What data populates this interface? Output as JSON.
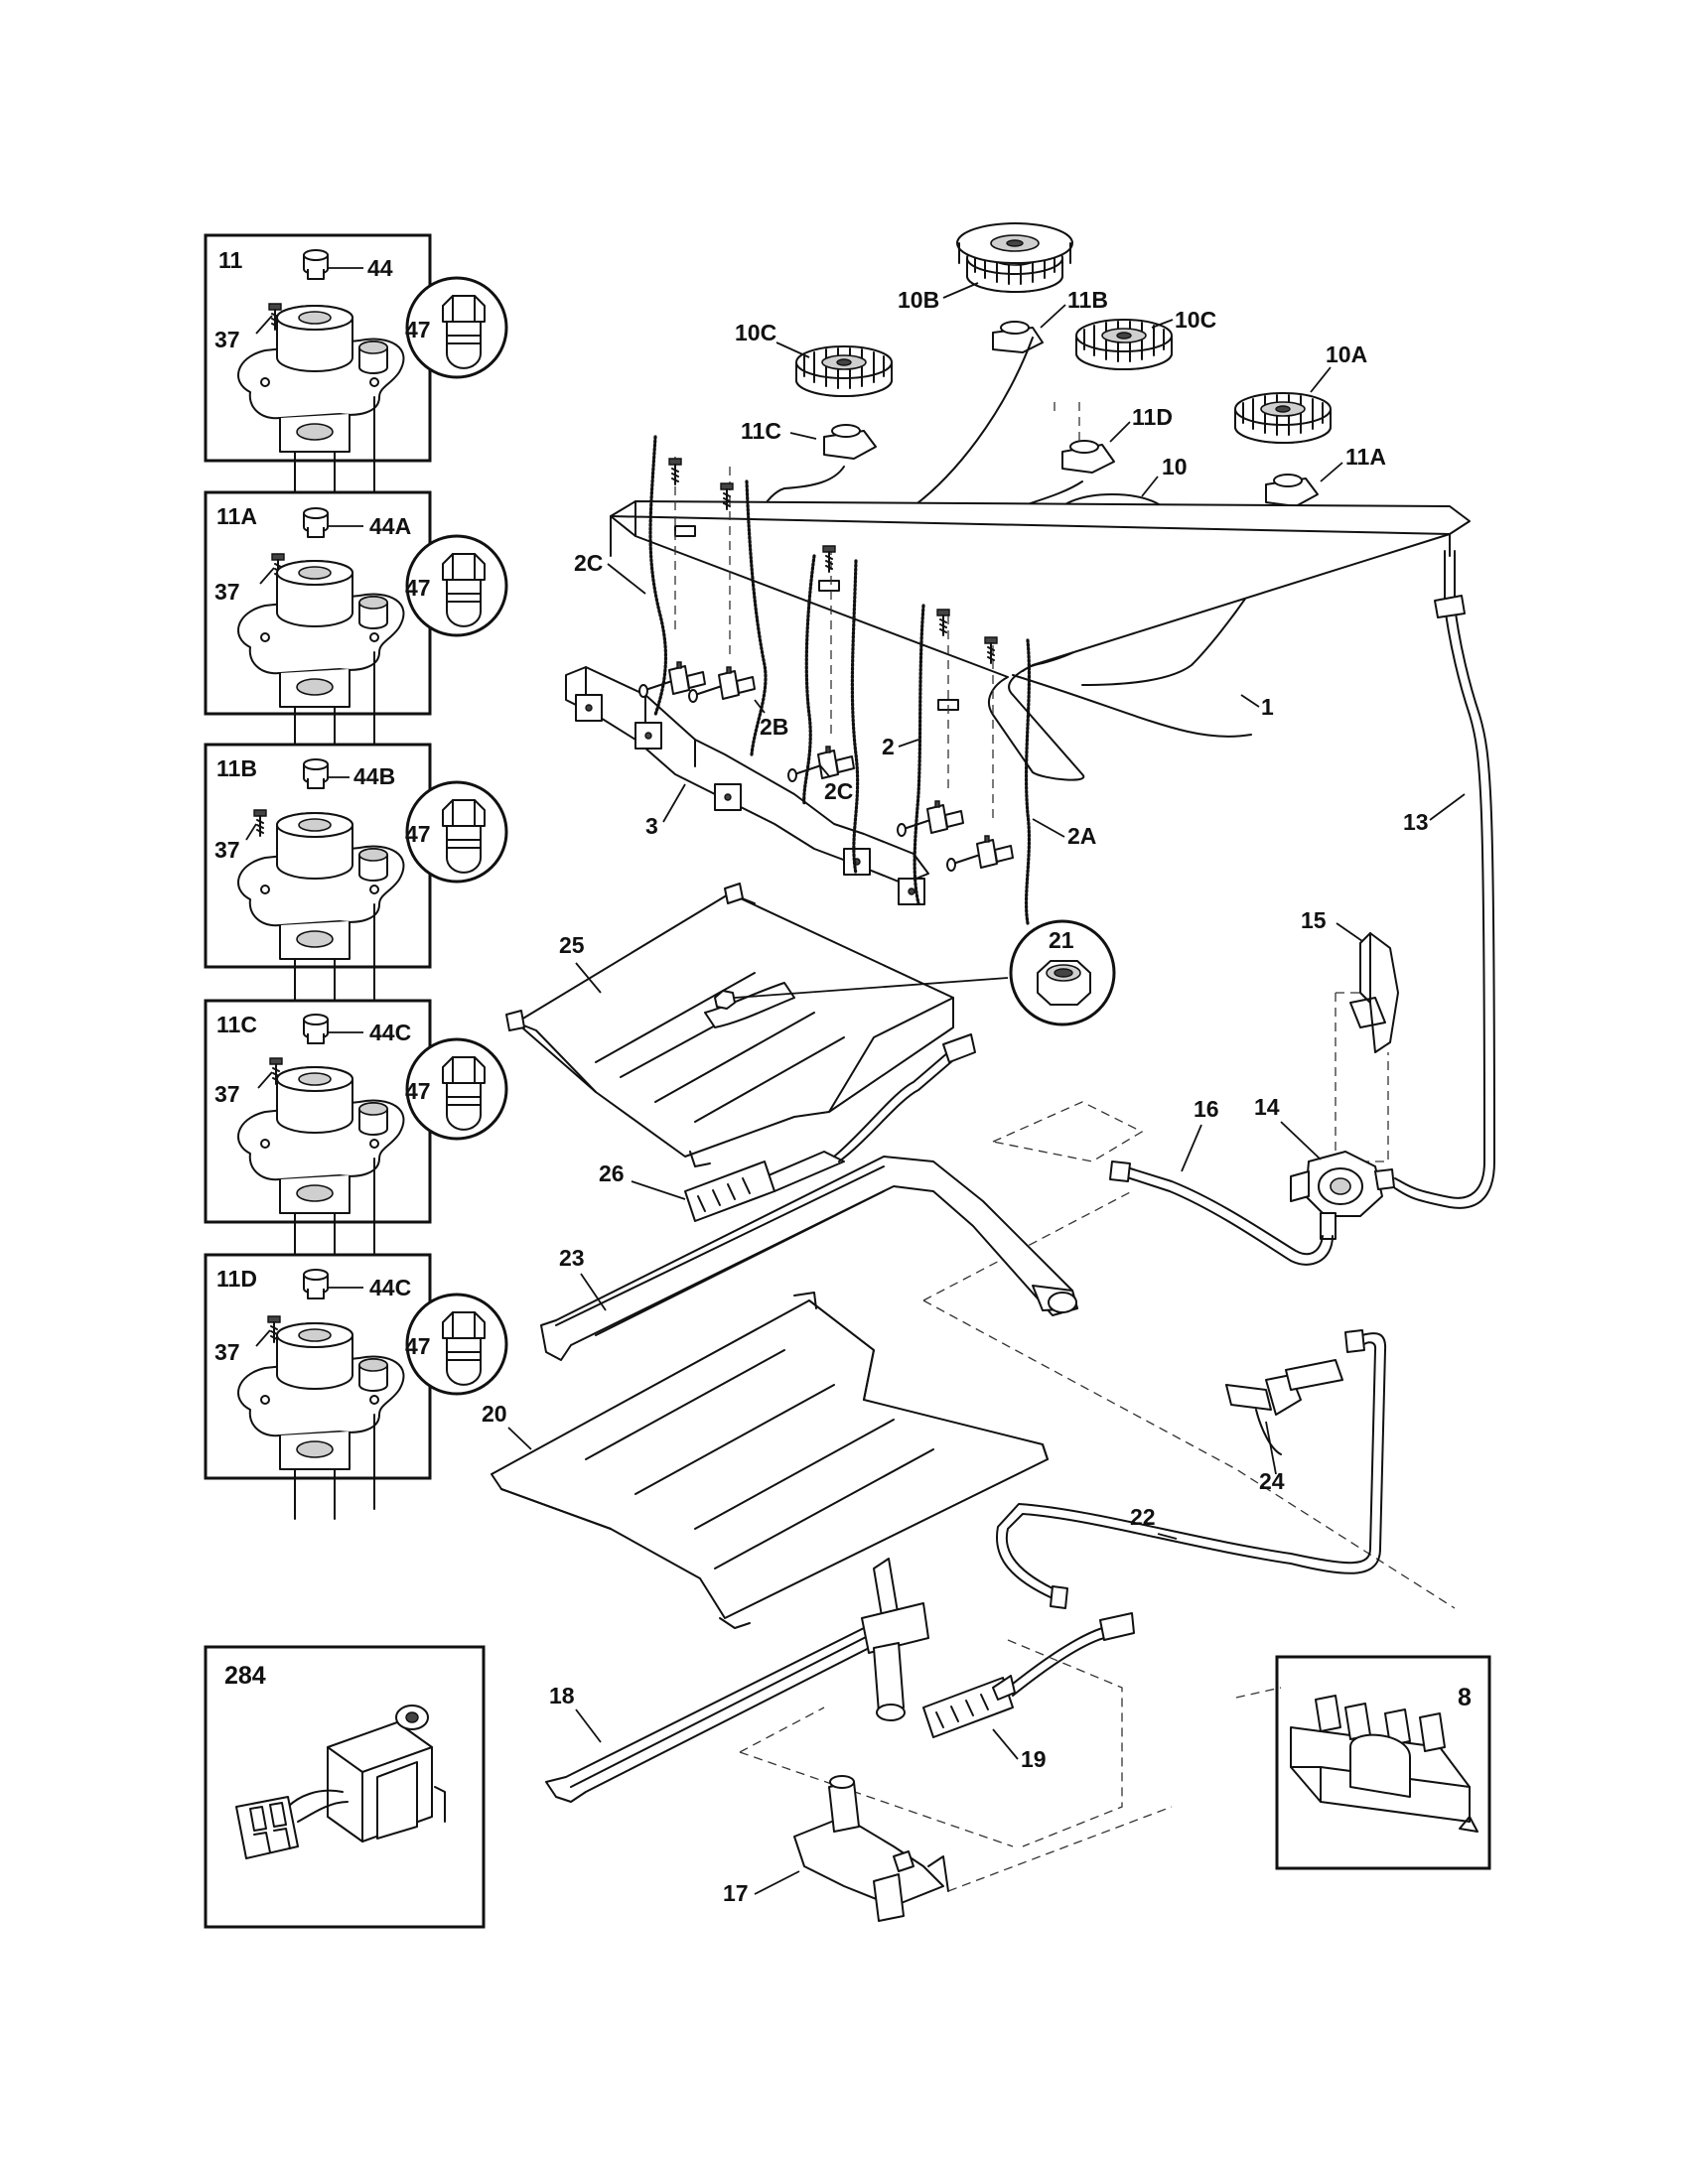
{
  "callouts": {
    "p1": "1",
    "p2": "2",
    "p2A": "2A",
    "p2B": "2B",
    "p2C_left": "2C",
    "p2C_mid": "2C",
    "p3": "3",
    "p8": "8",
    "p10": "10",
    "p10A": "10A",
    "p10B": "10B",
    "p10C_left": "10C",
    "p10C_right": "10C",
    "p11": "11",
    "p11A": "11A",
    "p11B": "11B",
    "p11C": "11C",
    "p11D": "11D",
    "p13": "13",
    "p14": "14",
    "p15": "15",
    "p16": "16",
    "p17": "17",
    "p18": "18",
    "p19": "19",
    "p20": "20",
    "p21": "21",
    "p22": "22",
    "p23": "23",
    "p24": "24",
    "p25": "25",
    "p26": "26",
    "p284": "284"
  },
  "insets": [
    {
      "id": "11",
      "cap": "44",
      "screw": "37",
      "orifice": "47"
    },
    {
      "id": "11A",
      "cap": "44A",
      "screw": "37",
      "orifice": "47"
    },
    {
      "id": "11B",
      "cap": "44B",
      "screw": "37",
      "orifice": "47"
    },
    {
      "id": "11C",
      "cap": "44C",
      "screw": "37",
      "orifice": "47"
    },
    {
      "id": "11D",
      "cap": "44C",
      "screw": "37",
      "orifice": "47"
    }
  ]
}
